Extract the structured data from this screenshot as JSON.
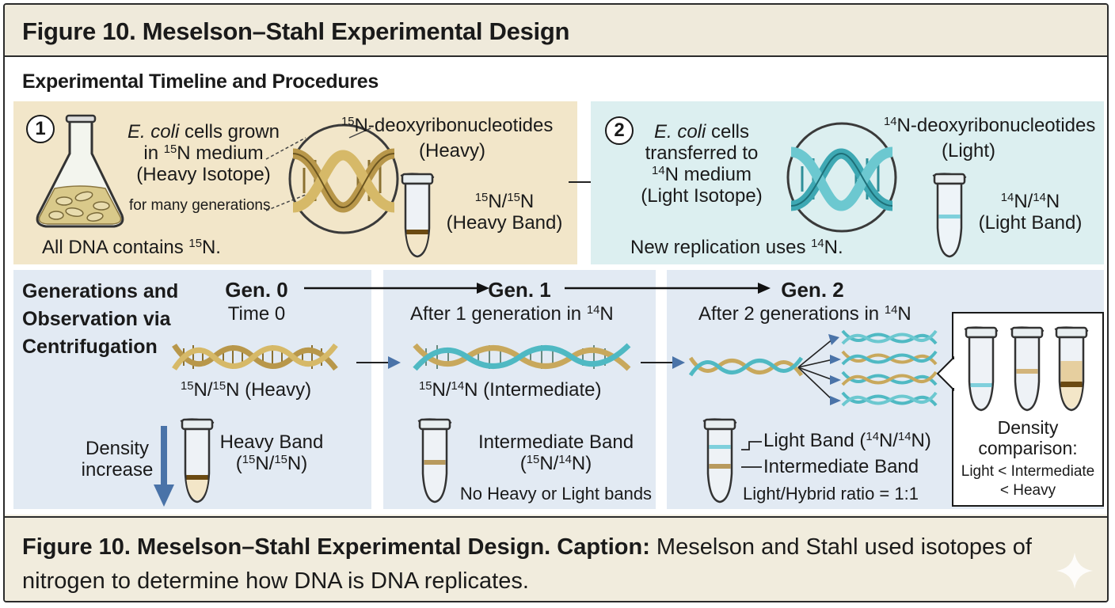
{
  "header": {
    "title": "Figure 10. Meselson–Stahl Experimental Design"
  },
  "timeline": {
    "title": "Experimental Timeline and Procedures"
  },
  "step1": {
    "number": "1",
    "italic": "E. coli",
    "text_a": " cells grown",
    "text_b_pre": "in ",
    "text_b_sup": "15",
    "text_b_post": "N medium",
    "text_c": "(Heavy Isotope)",
    "text_d": "for many generations",
    "nucleotide_sup": "15",
    "nucleotide_post": "N-deoxyribonucleotides",
    "nucleotide_type": "(Heavy)",
    "band_sup1": "15",
    "band_mid": "N/",
    "band_sup2": "15",
    "band_post": "N",
    "band_label": "(Heavy Band)",
    "footer_pre": "All DNA contains ",
    "footer_sup": "15",
    "footer_post": "N."
  },
  "step2": {
    "number": "2",
    "italic": "E. coli",
    "text_a": " cells",
    "text_b": "transferred to",
    "text_c_sup": "14",
    "text_c_post": "N medium",
    "text_d": "(Light Isotope)",
    "nucleotide_sup": "14",
    "nucleotide_post": "N-deoxyribonucleotides",
    "nucleotide_type": "(Light)",
    "band_sup1": "14",
    "band_mid": "N/",
    "band_sup2": "14",
    "band_post": "N",
    "band_label": "(Light Band)",
    "footer_pre": "New replication uses ",
    "footer_sup": "14",
    "footer_post": "N."
  },
  "generations": {
    "section_title_1": "Generations and",
    "section_title_2": "Observation via",
    "section_title_3": "Centrifugation",
    "gen0": {
      "label": "Gen. 0",
      "sub": "Time 0",
      "dna_sup1": "15",
      "dna_mid": "N/",
      "dna_sup2": "15",
      "dna_post": "N (Heavy)",
      "density_1": "Density",
      "density_2": "increase",
      "band_1": "Heavy Band",
      "band_2_pre": "(",
      "band_2_sup1": "15",
      "band_2_mid": "N/",
      "band_2_sup2": "15",
      "band_2_post": "N)"
    },
    "gen1": {
      "label": "Gen. 1",
      "sub_pre": "After 1 generation in ",
      "sub_sup": "14",
      "sub_post": "N",
      "dna_sup1": "15",
      "dna_mid": "N/",
      "dna_sup2": "14",
      "dna_post": "N (Intermediate)",
      "band_1": "Intermediate Band",
      "band_2_pre": "(",
      "band_2_sup1": "15",
      "band_2_mid": "N/",
      "band_2_sup2": "14",
      "band_2_post": "N)",
      "band_3": "No Heavy or Light bands"
    },
    "gen2": {
      "label": "Gen. 2",
      "sub_pre": "After 2 generations in ",
      "sub_sup": "14",
      "sub_post": "N",
      "light_pre": "Light Band (",
      "light_sup1": "14",
      "light_mid": "N/",
      "light_sup2": "14",
      "light_post": "N)",
      "intermediate": "Intermediate Band",
      "ratio": "Light/Hybrid ratio = 1:1"
    },
    "density_box": {
      "line1": "Density",
      "line2": "comparison:",
      "line3": "Light < Intermediate",
      "line4": "< Heavy"
    }
  },
  "caption": {
    "bold": "Figure 10. Meselson–Stahl Experimental Design. Caption:",
    "text": " Meselson and Stahl used isotopes of nitrogen to determine how DNA is DNA replicates."
  },
  "colors": {
    "heavy": "#6b4a12",
    "intermediate": "#b89a5e",
    "light": "#7fd0dc",
    "dna_gold": "#c8a85c",
    "dna_teal": "#4fb9c3",
    "arrow_blue": "#4a73a8"
  },
  "icons": [
    "flask-icon",
    "dna-helix-icon",
    "centrifuge-tube-icon",
    "arrow-icon",
    "sparkle-icon"
  ]
}
